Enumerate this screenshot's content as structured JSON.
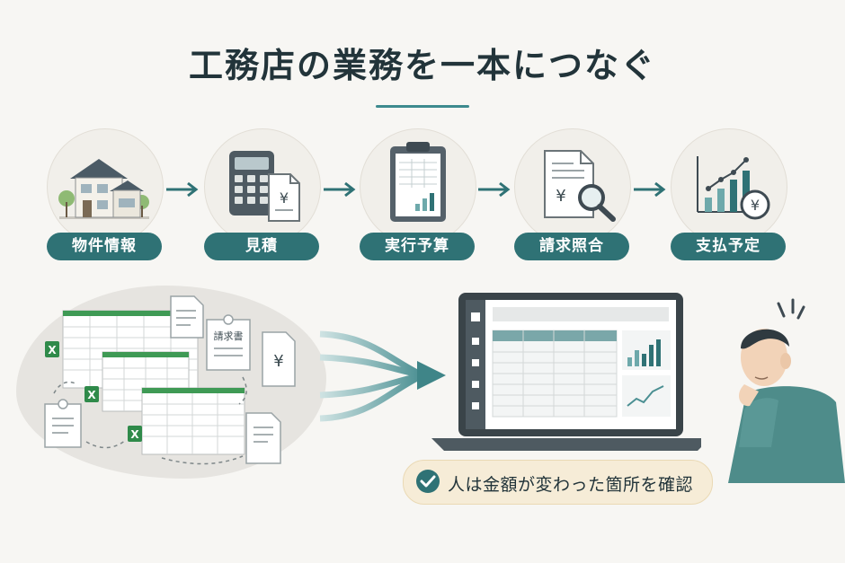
{
  "title": "工務店の業務を一本につなぐ",
  "steps": [
    {
      "label": "物件情報",
      "icon": "house-icon"
    },
    {
      "label": "見積",
      "icon": "calculator-icon"
    },
    {
      "label": "実行予算",
      "icon": "clipboard-icon"
    },
    {
      "label": "請求照合",
      "icon": "invoice-search-icon"
    },
    {
      "label": "支払予定",
      "icon": "payment-chart-icon"
    }
  ],
  "scattered_docs": {
    "invoice_title": "請求書",
    "currency_symbol": "¥",
    "excel_letter": "X"
  },
  "callout": {
    "text": "人は金額が変わった箇所を確認",
    "icon": "check-circle-icon"
  },
  "colors": {
    "accent": "#2f7275",
    "accent_light": "#6ea9ab",
    "title": "#22343a",
    "badge_bg": "#f6ecd7"
  }
}
